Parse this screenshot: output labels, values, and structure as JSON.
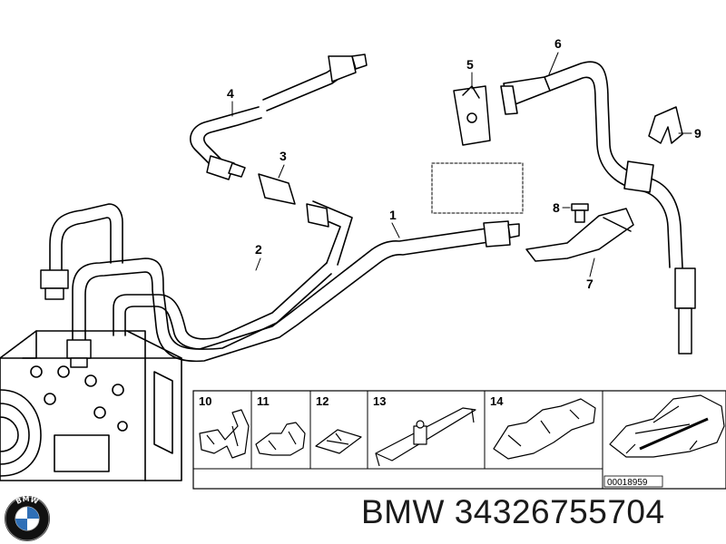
{
  "callouts": {
    "c1": "1",
    "c2": "2",
    "c3": "3",
    "c4": "4",
    "c5": "5",
    "c6": "6",
    "c7": "7",
    "c8": "8",
    "c9": "9"
  },
  "strip": {
    "items": [
      "10",
      "11",
      "12",
      "13",
      "14"
    ],
    "reference": "00018959"
  },
  "caption": {
    "brand": "BMW",
    "part_number": "34326755704"
  },
  "logo": {
    "name": "bmw-logo-icon",
    "letters": "BMW"
  }
}
